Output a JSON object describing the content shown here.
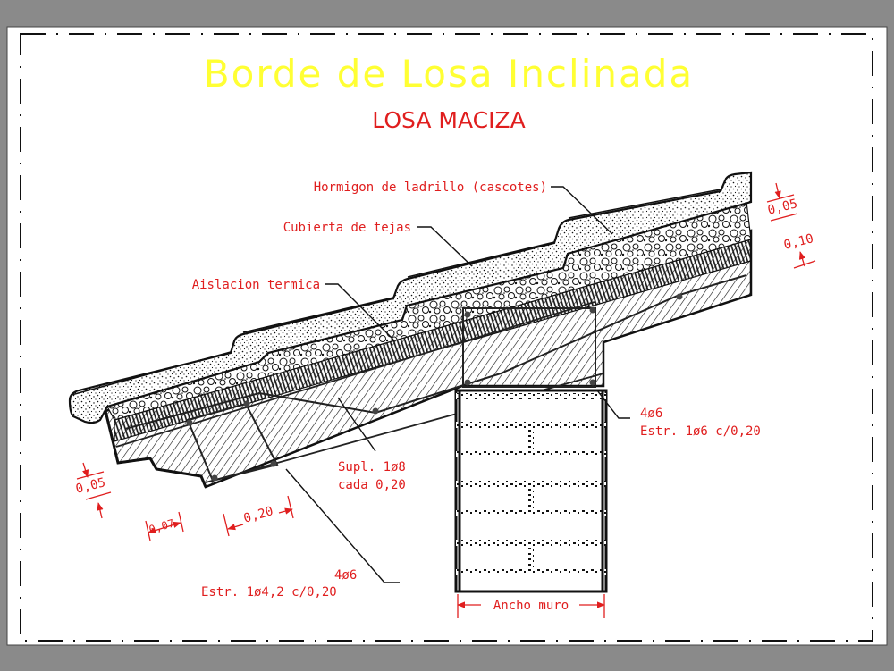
{
  "drawing": {
    "title": "Borde de Losa Inclinada",
    "subtitle": "LOSA MACIZA",
    "colors": {
      "background": "#8a8a8a",
      "sheet": "#ffffff",
      "title": "#ffff33",
      "annotation": "#e01e1e",
      "linework": "#111111"
    },
    "labels": {
      "hormigon": "Hormigon de ladrillo (cascotes)",
      "cubierta": "Cubierta de tejas",
      "aislacion": "Aislacion termica",
      "supl_line1": "Supl. 1ø8",
      "supl_line2": "cada 0,20",
      "wall_bars": "4ø6",
      "wall_stirrups": "Estr. 1ø6 c/0,20",
      "slab_bars": "4ø6",
      "slab_stirrups": "Estr. 1ø4,2 c/0,20"
    },
    "dimensions": {
      "top_thickness": "0,05",
      "top_depth": "0,10",
      "left_thickness": "0,05",
      "step": "0,07",
      "spacing": "0,20",
      "wall_width": "Ancho muro"
    }
  }
}
